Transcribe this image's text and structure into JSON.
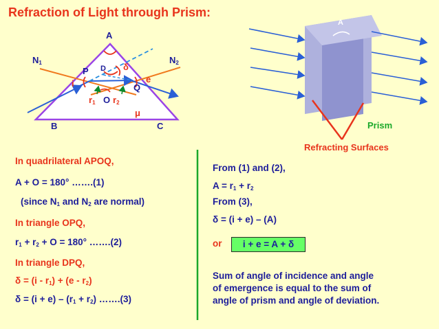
{
  "title": "Refraction of Light through Prism:",
  "diagram": {
    "A": "A",
    "B": "B",
    "C": "C",
    "P": "P",
    "Q": "Q",
    "O": "O",
    "D": "D",
    "N1": "N",
    "N1_sub": "1",
    "N2": "N",
    "N2_sub": "2",
    "i": "i",
    "e": "e",
    "delta": "δ",
    "mu": "μ",
    "r1": "r",
    "r1_sub": "1",
    "r2": "r",
    "r2_sub": "2",
    "prism_apex": "A",
    "prism_label": "Prism",
    "surfaces_label": "Refracting Surfaces",
    "colors": {
      "ray": "#2a5fd6",
      "normal": "#f07a1e",
      "prism": "#9a44e6",
      "dashed": "#2a8fe0",
      "red": "#e8341c"
    }
  },
  "left": {
    "l1": "In quadrilateral  APOQ,",
    "l2": "A + O = 180°     …….(1)",
    "l3a": "(since N",
    "l3b": "1",
    "l3c": " and N",
    "l3d": "2",
    "l3e": " are normal)",
    "l4": "In triangle OPQ,",
    "l5a": "r",
    "l5b": "1",
    "l5c": " + r",
    "l5d": "2",
    "l5e": " + O = 180°     …….(2)",
    "l6": "In triangle DPQ,",
    "l7a": "δ  = (i - r",
    "l7b": "1",
    "l7c": ") + (e - r",
    "l7d": "2",
    "l7e": ")",
    "l8a": "δ  = (i + e) – (r",
    "l8b": "1",
    "l8c": " + r",
    "l8d": "2",
    "l8e": ")   …….(3)"
  },
  "right": {
    "l1": "From (1) and (2),",
    "l2a": "A = r",
    "l2b": "1",
    "l2c": " + r",
    "l2d": "2",
    "l3": "From (3),",
    "l4": "δ  = (i + e) – (A)",
    "or": "or",
    "box": "i + e = A + δ",
    "s1": "Sum of angle of incidence and angle",
    "s2": "of emergence is equal to the sum of",
    "s3": "angle of prism and angle of deviation."
  }
}
